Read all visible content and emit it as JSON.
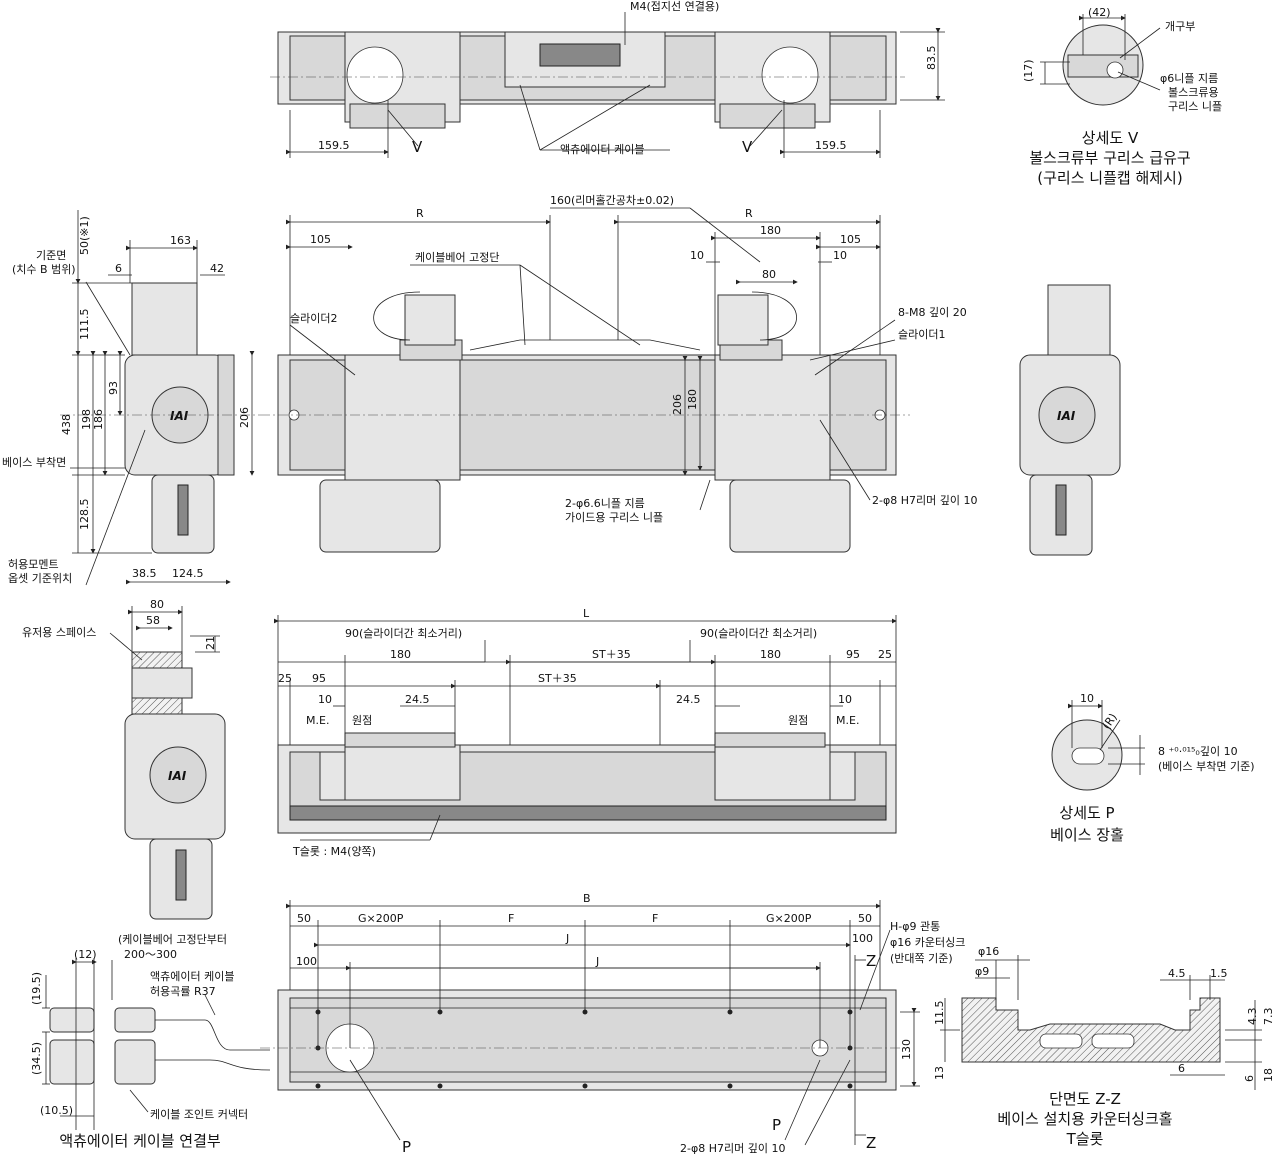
{
  "top_view": {
    "m4_label": "M4(접지선 연결용)",
    "dim_83_5": "83.5",
    "dim_159_5_left": "159.5",
    "dim_159_5_right": "159.5",
    "v_left": "V",
    "v_right": "V",
    "cable_label": "액츄에이터 케이블"
  },
  "detail_v": {
    "dim_42": "(42)",
    "dim_17": "(17)",
    "opening": "개구부",
    "nipple_1": "φ6니플 지름",
    "nipple_2": "볼스크류용",
    "nipple_3": "구리스 니플",
    "cap_1": "상세도 V",
    "cap_2": "볼스크류부 구리스 급유구",
    "cap_3": "(구리스 니플캡 해제시)"
  },
  "side_view": {
    "dim_50": "50(※1)",
    "dim_163": "163",
    "ref_1": "기준면",
    "ref_2": "(치수 B 범위)",
    "dim_6": "6",
    "dim_42": "42",
    "dim_111_5": "111.5",
    "dim_93": "93",
    "dim_438": "438",
    "dim_198": "198",
    "dim_186": "186",
    "dim_206": "206",
    "base_face": "베이스 부착면",
    "dim_128_5": "128.5",
    "moment_1": "허용모멘트",
    "moment_2": "옵셋 기준위치",
    "dim_38_5": "38.5",
    "dim_124_5": "124.5"
  },
  "front_view": {
    "dim_160": "160(리머홀간공차±0.02)",
    "r_left": "R",
    "r_right": "R",
    "dim_105_left": "105",
    "dim_105_right": "105",
    "dim_180": "180",
    "dim_10_left": "10",
    "dim_10_right": "10",
    "dim_80": "80",
    "fixing_end": "케이블베어 고정단",
    "slider2": "슬라이더2",
    "slider1": "슬라이더1",
    "m8": "8-M8 깊이 20",
    "dim_206": "206",
    "dim_180_v": "180",
    "nipple_1": "2-φ6.6니플 지름",
    "nipple_2": "가이드용 구리스 니플",
    "reamer": "2-φ8 H7리머 깊이 10"
  },
  "end_view": {
    "dim_80": "80",
    "dim_58": "58",
    "dim_21": "21",
    "space": "유저용 스페이스"
  },
  "stroke_view": {
    "L": "L",
    "min_dist_left": "90(슬라이더간 최소거리)",
    "min_dist_right": "90(슬라이더간 최소거리)",
    "st35_upper": "ST＋35",
    "st35_lower": "ST＋35",
    "dim_25_left": "25",
    "dim_95_left": "95",
    "dim_180_left": "180",
    "dim_180_right": "180",
    "dim_95_right": "95",
    "dim_25_right": "25",
    "dim_10_left": "10",
    "dim_24_5_left": "24.5",
    "dim_24_5_right": "24.5",
    "dim_10_right": "10",
    "me_left": "M.E.",
    "home_left": "원점",
    "home_right": "원점",
    "me_right": "M.E.",
    "tslot": "T슬롯 : M4(양쪽)"
  },
  "detail_p": {
    "dim_10": "10",
    "r": "(R)",
    "depth_1": "8 ⁺⁰·⁰¹⁵₀깊이 10",
    "depth_2": "(베이스 부착면 기준)",
    "cap_1": "상세도 P",
    "cap_2": "베이스 장홀"
  },
  "cable_conn": {
    "fix_1": "(케이블베어 고정단부터",
    "fix_2": "200～300",
    "dim_12": "(12)",
    "bend_1": "액츄에이터 케이블",
    "bend_2": "허용곡률 R37",
    "dim_19_5": "(19.5)",
    "dim_34_5": "(34.5)",
    "dim_10_5": "(10.5)",
    "joint": "케이블 조인트 커넥터",
    "cap": "액츄에이터 케이블 연결부"
  },
  "bottom_view": {
    "B": "B",
    "dim_50_left": "50",
    "g_left": "G×200P",
    "f_left": "F",
    "f_right": "F",
    "g_right": "G×200P",
    "dim_50_right": "50",
    "j_upper": "J",
    "dim_100_right": "100",
    "dim_100_left": "100",
    "j_lower": "J",
    "holes_1": "H-φ9 관통",
    "holes_2": "φ16 카운터싱크",
    "holes_3": "(반대쪽 기준)",
    "z_top": "Z",
    "z_bottom": "Z",
    "dim_130": "130",
    "p_left": "P",
    "p_right": "P",
    "reamer": "2-φ8 H7리머 깊이 10"
  },
  "section_zz": {
    "phi16": "φ16",
    "phi9": "φ9",
    "dim_4_5": "4.5",
    "dim_1_5": "1.5",
    "dim_11_5": "11.5",
    "dim_4_3": "4.3",
    "dim_7_3": "7.3",
    "dim_13": "13",
    "dim_6_a": "6",
    "dim_6_b": "6",
    "dim_18": "18",
    "cap_1": "단면도 Z-Z",
    "cap_2": "베이스 설치용 카운터싱크홀",
    "cap_3": "T슬롯"
  }
}
